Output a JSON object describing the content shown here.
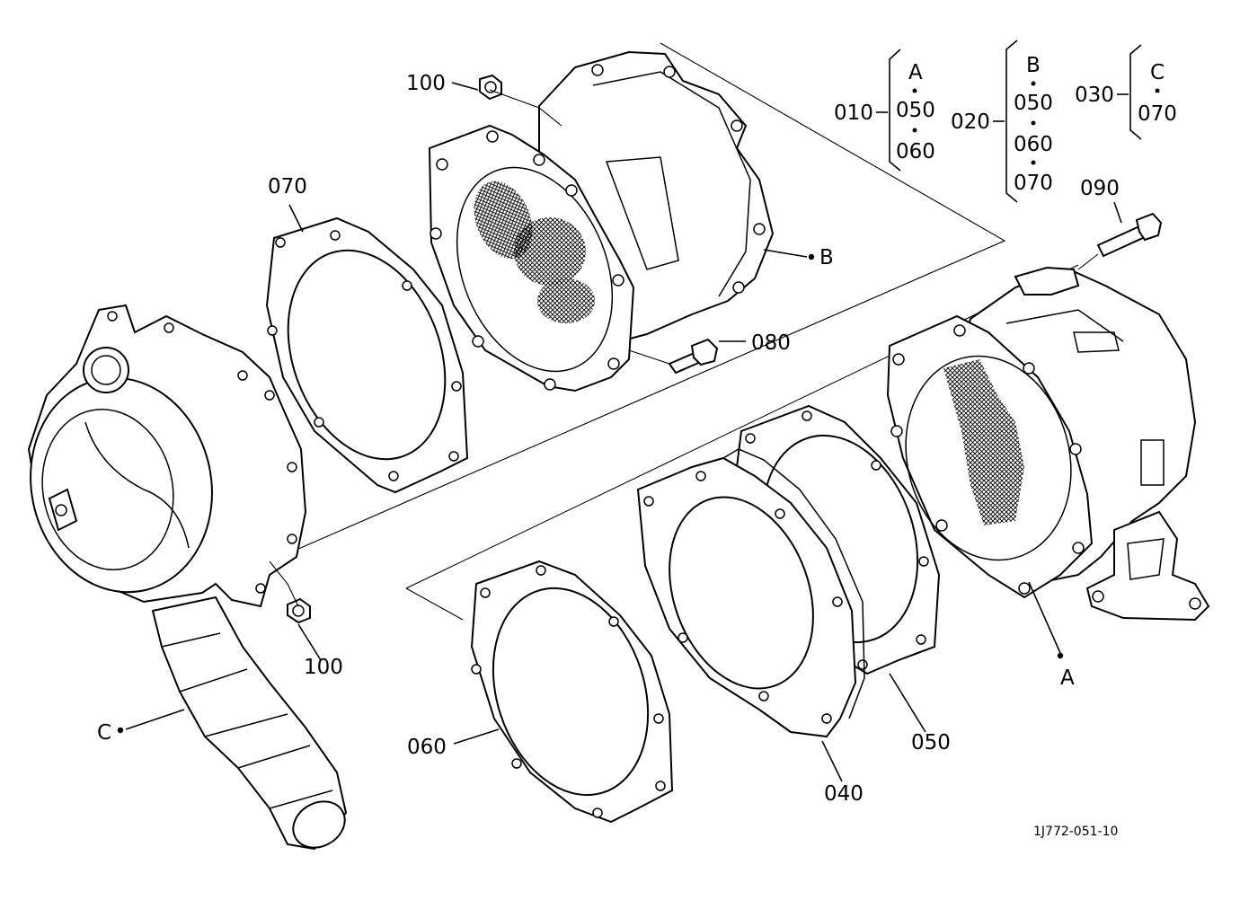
{
  "labels": {
    "p100_top": "100",
    "p100_bottom": "100",
    "p070": "070",
    "p080": "080",
    "p090": "090",
    "p060": "060",
    "p040": "040",
    "p050": "050",
    "ref_a": "A",
    "ref_b": "B",
    "ref_c": "C"
  },
  "groups": [
    {
      "code": "010",
      "items": [
        "A",
        "050",
        "060"
      ]
    },
    {
      "code": "020",
      "items": [
        "B",
        "050",
        "060",
        "070"
      ]
    },
    {
      "code": "030",
      "items": [
        "C",
        "070"
      ]
    }
  ],
  "drawing_number": "1J772-051-10"
}
